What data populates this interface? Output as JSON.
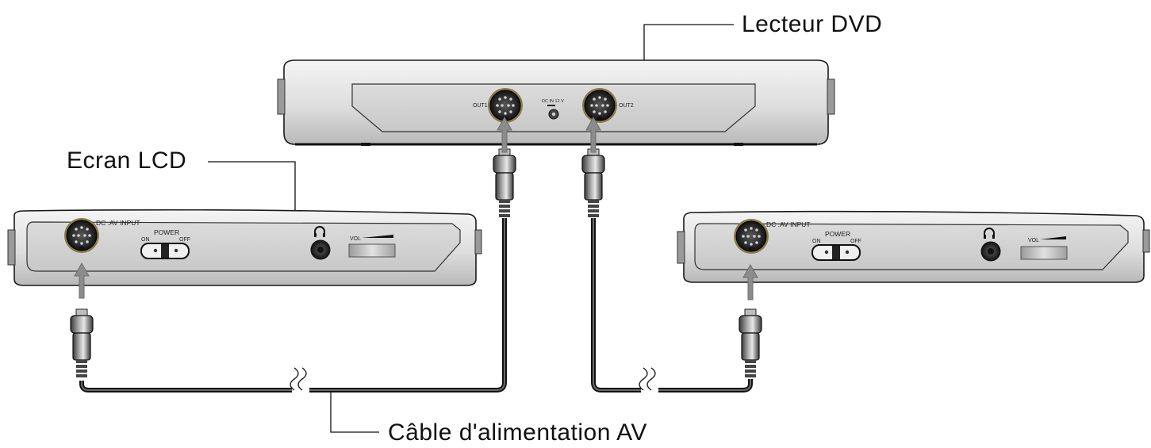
{
  "labels": {
    "dvd_player": "Lecteur DVD",
    "lcd_screen": "Ecran LCD",
    "av_cable": "Câble d'alimentation AV"
  },
  "dvd_panel": {
    "out1": "OUT1",
    "dc_in": "DC IN 12 V",
    "out2": "OUT2"
  },
  "screen_panel": {
    "dc_av_input": "DC .AV INPUT",
    "power": "POWER",
    "on": "ON",
    "off": "OFF",
    "vol": "VOL"
  },
  "colors": {
    "device_body": "#e6e6e6",
    "panel": "#d4d4d4",
    "outline": "#1a1a1a",
    "cable": "#2b2b2b",
    "arrow": "#8c8c8c"
  },
  "icons": {
    "headphone": "headphone-icon",
    "arrow": "up-arrow-icon",
    "cable_break": "cable-break-icon"
  }
}
